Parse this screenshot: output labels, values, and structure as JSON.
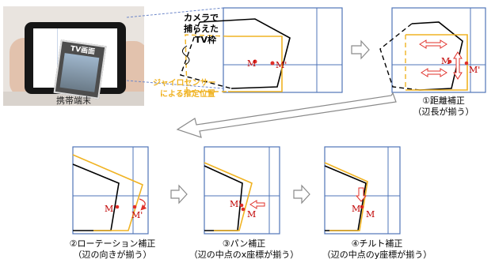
{
  "device_photo": {
    "tv_label": "TV画面",
    "device_label": "携帯端末"
  },
  "main_diagram": {
    "camera_label": [
      "カメラで",
      "捕らえた",
      "TV枠"
    ],
    "gyro_label": [
      "ジャイロセンサー",
      "による推定位置"
    ],
    "point_m": "M",
    "point_m_prime": "M'"
  },
  "steps": [
    {
      "title": "①距離補正",
      "note": "（辺長が揃う）"
    },
    {
      "title": "②ローテーション補正",
      "note": "（辺の向きが揃う）"
    },
    {
      "title": "③パン補正",
      "note": "（辺の中点のx座標が揃う）"
    },
    {
      "title": "④チルト補正",
      "note": "（辺の中点のy座標が揃う）"
    }
  ],
  "labels": {
    "m": "M",
    "m_prime": "M'"
  },
  "colors": {
    "grid": "#4f74b8",
    "camera_frame": "#000000",
    "gyro_frame": "#f0b323",
    "point": "#e0302a",
    "arrow_fill": "#ffffff",
    "arrow_stroke": "#8a8a8a",
    "correction_arrow_stroke": "#e0302a"
  }
}
